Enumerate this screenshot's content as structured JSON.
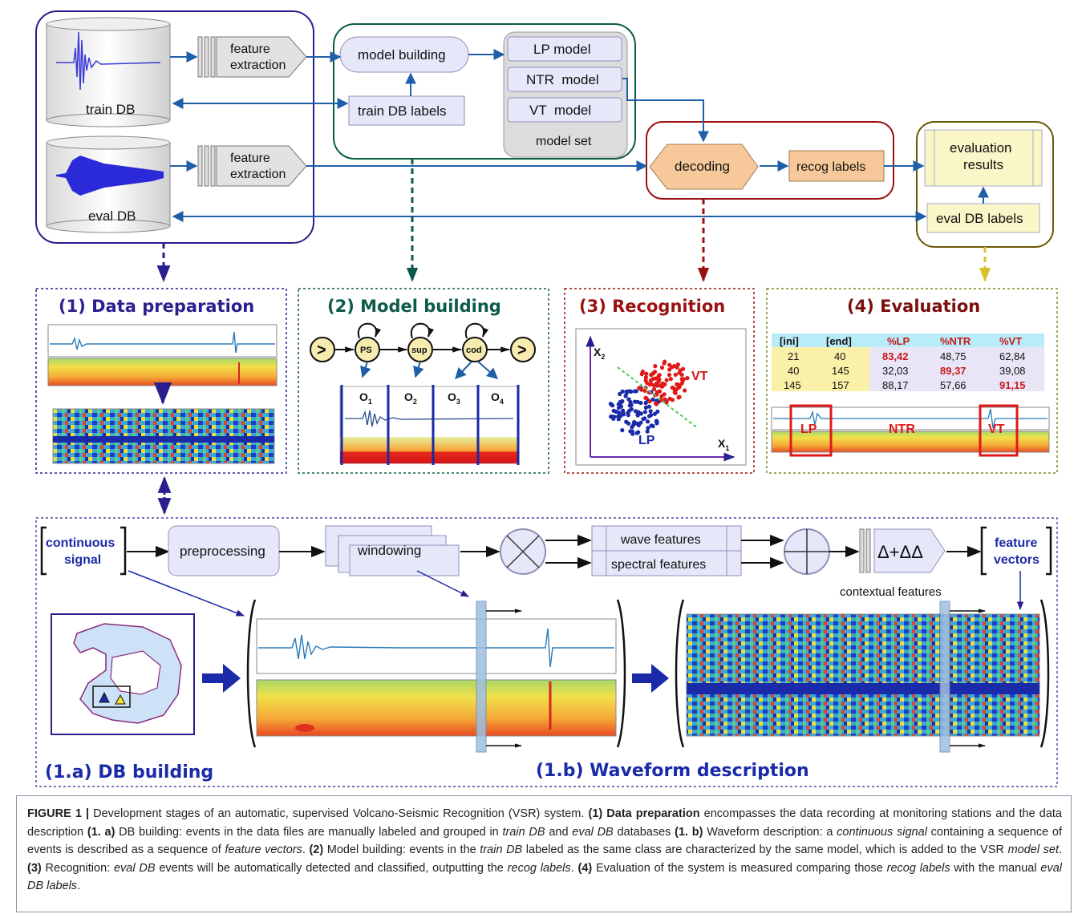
{
  "top": {
    "train_db": "train DB",
    "eval_db": "eval DB",
    "feature_extraction": [
      "feature",
      "extraction"
    ],
    "model_building": "model building",
    "train_db_labels": "train DB labels",
    "models": [
      "LP model",
      "NTR  model",
      "VT  model"
    ],
    "model_set": "model set",
    "decoding": "decoding",
    "recog_labels": "recog labels",
    "evaluation_results": [
      "evaluation",
      "results"
    ],
    "eval_db_labels": "eval DB labels"
  },
  "stages": {
    "s1": "(1) Data preparation",
    "s2": "(2) Model building",
    "s3": "(3) Recognition",
    "s4": "(4) Evaluation"
  },
  "hmm": {
    "states": [
      "PS",
      "sup",
      "cod"
    ],
    "start": ">",
    "end": ">",
    "obs": [
      "O",
      "O",
      "O",
      "O"
    ],
    "obs_sub": [
      "1",
      "2",
      "3",
      "4"
    ]
  },
  "recognition": {
    "y_axis": "X",
    "y_sub": "2",
    "x_axis": "X",
    "x_sub": "1",
    "classes": [
      "VT",
      "LP"
    ]
  },
  "evaluation": {
    "headers": [
      "[ini]",
      "[end]",
      "%LP",
      "%NTR",
      "%VT"
    ],
    "rows": [
      [
        "21",
        "40",
        "83,42",
        "48,75",
        "62,84"
      ],
      [
        "40",
        "145",
        "32,03",
        "89,37",
        "39,08"
      ],
      [
        "145",
        "157",
        "88,17",
        "57,66",
        "91,15"
      ]
    ],
    "segment_labels": [
      "LP",
      "NTR",
      "VT"
    ]
  },
  "pipeline": {
    "continuous_signal": [
      "continuous",
      "signal"
    ],
    "preprocessing": "preprocessing",
    "windowing": "windowing",
    "wave_features": "wave features",
    "spectral_features": "spectral features",
    "delta": "Δ+ΔΔ",
    "contextual_features": "contextual features",
    "feature_vectors": [
      "feature",
      "vectors"
    ],
    "db_building": "(1.a) DB building",
    "waveform_description": "(1.b) Waveform description"
  },
  "caption": {
    "figure_label": "FIGURE 1 |",
    "s0": " Development stages of an automatic, supervised Volcano-Seismic Recognition (VSR) system. ",
    "b1": "(1) Data preparation",
    "s1": " encompasses the data recording at monitoring stations and the data description ",
    "b2": "(1. a)",
    "s2": " DB building: events in the data files are manually labeled and grouped in ",
    "i1": "train DB",
    "s3": " and ",
    "i2": "eval DB",
    "s4": " databases ",
    "b3": "(1. b)",
    "s5": " Waveform description: a ",
    "i3": "continuous signal",
    "s6": " containing a sequence of events is described as a sequence of ",
    "i4": "feature vectors",
    "s7": ". ",
    "b4": "(2)",
    "s8": " Model building: events in the ",
    "i5": "train DB",
    "s9": " labeled as the same class are characterized by the same model, which is added to the VSR ",
    "i6": "model set",
    "s10": ". ",
    "b5": "(3)",
    "s11": " Recognition: ",
    "i7": "eval DB",
    "s12": " events will be automatically detected and classified, outputting the ",
    "i8": "recog labels",
    "s13": ". ",
    "b6": "(4)",
    "s14": " Evaluation of the system is measured comparing those ",
    "i9": "recog labels",
    "s15": " with the manual ",
    "i10": "eval DB labels",
    "s16": "."
  },
  "colors": {
    "navy": "#2a1f8f",
    "teal": "#0c5a4a",
    "darkred": "#9b1010",
    "olive": "#6b5a0a",
    "arrow_blue": "#1f5fa8",
    "box_fill": "#e6e8fa",
    "decode_fill": "#f7c99a",
    "eval_fill": "#fbf6c8"
  }
}
